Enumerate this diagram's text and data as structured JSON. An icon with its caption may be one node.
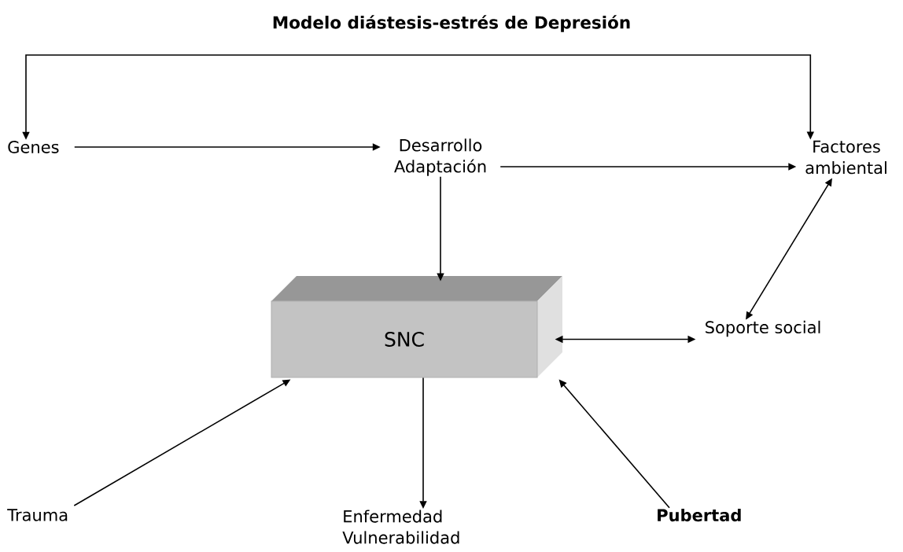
{
  "diagram": {
    "title": "Modelo diástesis-estrés de Depresión",
    "nodes": [
      {
        "text": [
          "Genes"
        ]
      },
      {
        "text": [
          "Desarrollo Adaptación"
        ]
      },
      {
        "text": [
          "Factores ambiental"
        ]
      },
      {
        "text": [
          "SNC"
        ]
      },
      {
        "text": [
          "Soporte social"
        ]
      },
      {
        "text": [
          "Trauma"
        ]
      },
      {
        "text": [
          "Enfermedad Vulnerabilidad"
        ]
      },
      {
        "text": [
          "Pubertad"
        ]
      }
    ],
    "edges": [
      {
        "from": 0,
        "to": 1,
        "arrow": "to"
      },
      {
        "from": 1,
        "to": 2,
        "arrow": "to"
      },
      {
        "from": 0,
        "to": 2,
        "arrow": "both"
      },
      {
        "from": 1,
        "to": 3,
        "arrow": "to"
      },
      {
        "from": 4,
        "to": 2,
        "arrow": "both"
      },
      {
        "from": 3,
        "to": 4,
        "arrow": "both"
      },
      {
        "from": 5,
        "to": 3,
        "arrow": "to"
      },
      {
        "from": 3,
        "to": 6,
        "arrow": "to"
      },
      {
        "from": 7,
        "to": 3,
        "arrow": "to"
      }
    ]
  }
}
